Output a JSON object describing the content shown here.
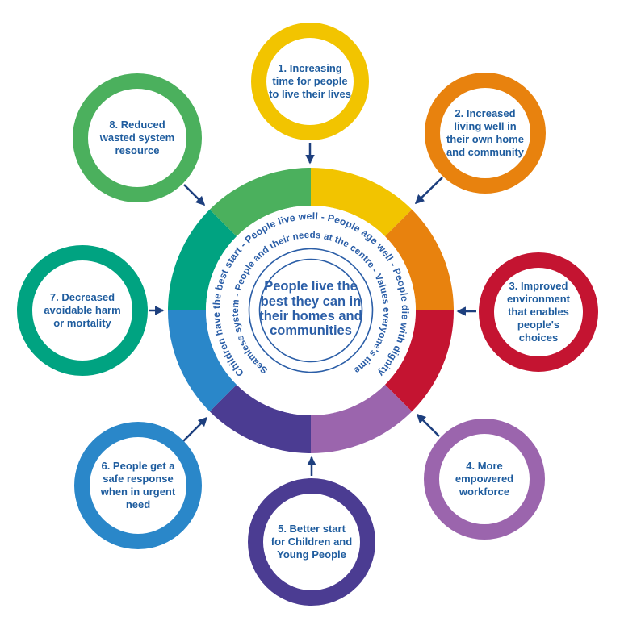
{
  "diagram": {
    "center_statement": "People live the best they can in their homes and communities",
    "outer_ring_text": "Children have the best start - People live well - People age well - People die with dignity",
    "inner_ring_text": "Seamless system - People and their needs at the centre - Values everyone's time"
  },
  "outcomes": [
    {
      "number": "1",
      "label": "1. Increasing time for people to live their lives",
      "color": "#F2C400"
    },
    {
      "number": "2",
      "label": "2. Increased living well in their own home and community",
      "color": "#E8820E"
    },
    {
      "number": "3",
      "label": "3. Improved environment that enables people's choices",
      "color": "#C41431"
    },
    {
      "number": "4",
      "label": "4. More empowered workforce",
      "color": "#9B65AD"
    },
    {
      "number": "5",
      "label": "5. Better start for Children and Young People",
      "color": "#4B3C92"
    },
    {
      "number": "6",
      "label": "6. People get a safe response when in urgent need",
      "color": "#2A87C9"
    },
    {
      "number": "7",
      "label": "7. Decreased avoidable harm or mortality",
      "color": "#00A381"
    },
    {
      "number": "8",
      "label": "8. Reduced wasted system resource",
      "color": "#4BB05D"
    }
  ],
  "ring": {
    "segments": [
      {
        "name": "yellow",
        "color": "#F2C400"
      },
      {
        "name": "orange",
        "color": "#E8820E"
      },
      {
        "name": "red",
        "color": "#C41431"
      },
      {
        "name": "lavender",
        "color": "#9B65AD"
      },
      {
        "name": "dark-purple",
        "color": "#4B3C92"
      },
      {
        "name": "blue",
        "color": "#2A87C9"
      },
      {
        "name": "teal",
        "color": "#00A381"
      },
      {
        "name": "green",
        "color": "#4BB05D"
      }
    ]
  },
  "colors": {
    "label_text": "#1E5C9E",
    "curved_text": "#2B5EA7",
    "arrow": "#1D3F7E"
  }
}
